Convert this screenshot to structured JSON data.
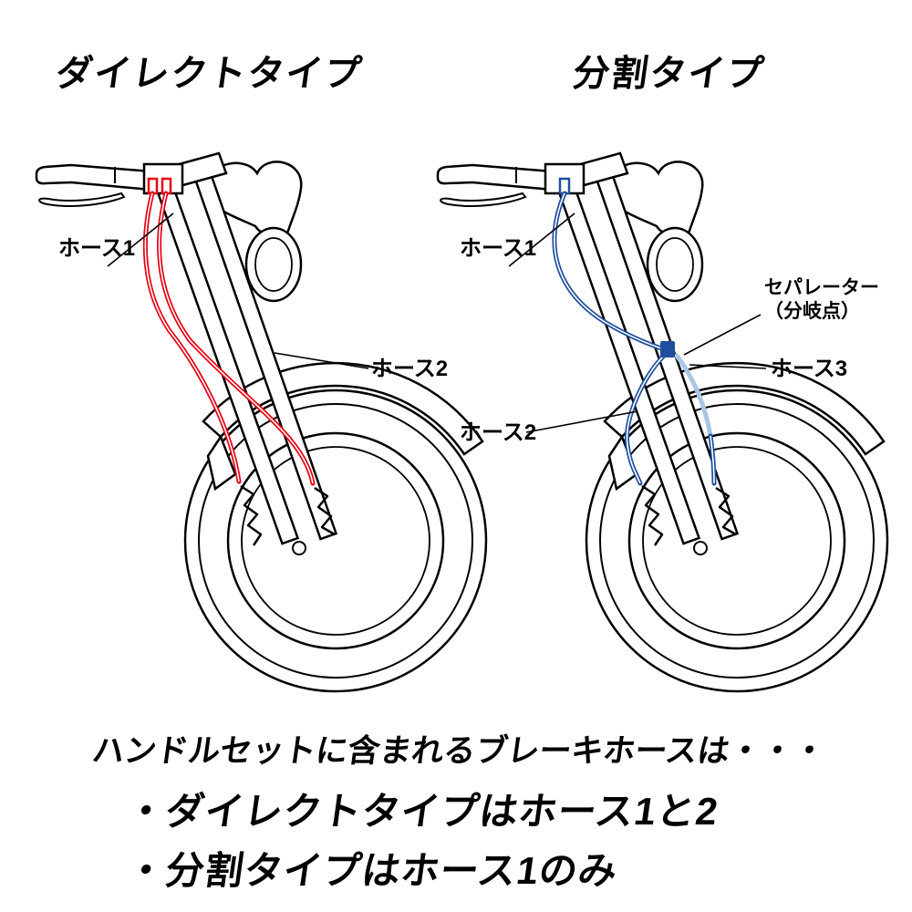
{
  "titles": {
    "direct": "ダイレクトタイプ",
    "split": "分割タイプ"
  },
  "diagram": {
    "direct": {
      "hose1_label": "ホース1",
      "hose2_label": "ホース2"
    },
    "split": {
      "hose1_label": "ホース1",
      "separator_label_line1": "セパレーター",
      "separator_label_line2": "（分岐点）",
      "hose3_label": "ホース3",
      "hose2_label": "ホース2"
    }
  },
  "footer": {
    "intro": "ハンドルセットに含まれるブレーキホースは・・・",
    "bullets": [
      "・ダイレクトタイプはホース1と2",
      "・分割タイプはホース1のみ"
    ]
  },
  "colors": {
    "direct_hose": "#e60012",
    "split_hose": "#1f4e9c",
    "split_hose_light": "#aac6e5",
    "outline": "#000000"
  }
}
